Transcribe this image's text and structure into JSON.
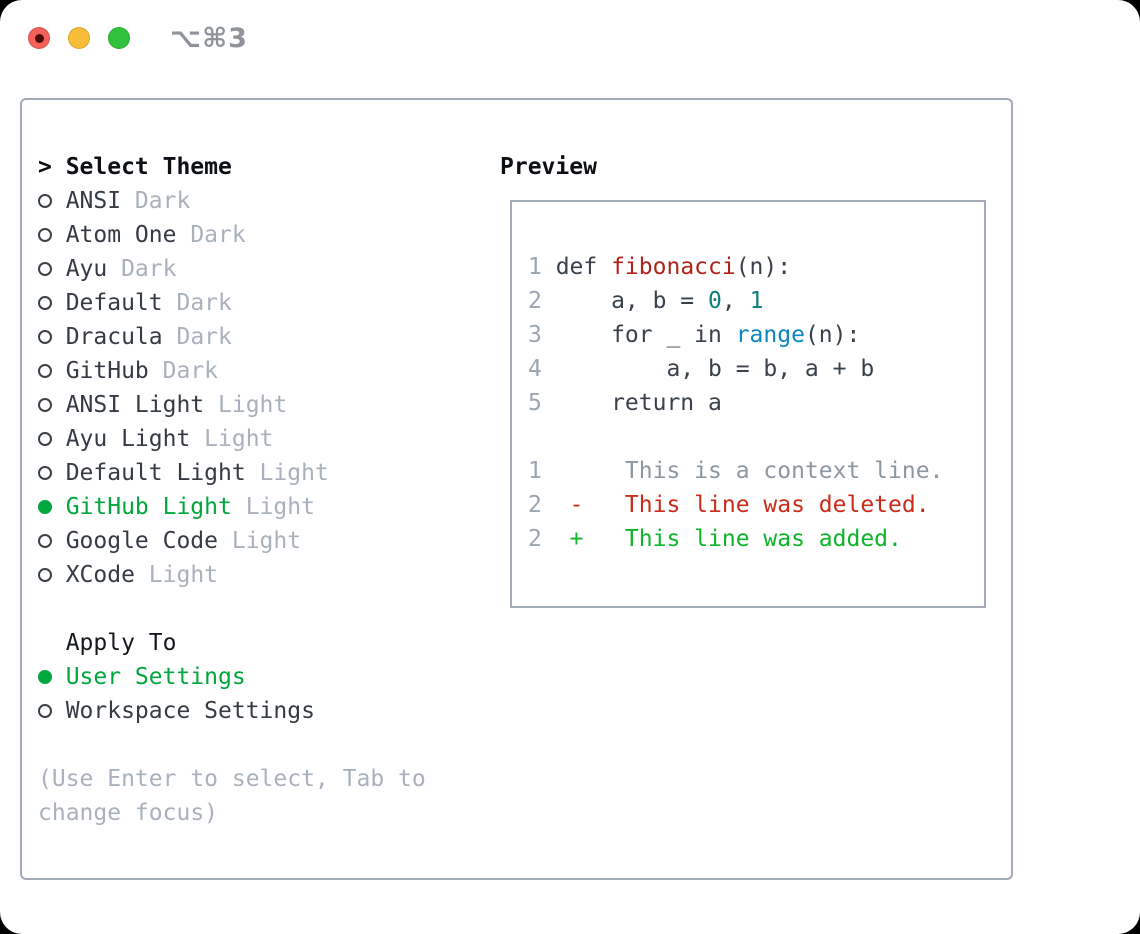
{
  "titlebar": {
    "title": "⌥⌘3"
  },
  "panel": {
    "theme_list": {
      "prompt": ">",
      "header": "Select Theme",
      "items": [
        {
          "name": "ANSI",
          "variant": "Dark",
          "selected": false
        },
        {
          "name": "Atom One",
          "variant": "Dark",
          "selected": false
        },
        {
          "name": "Ayu",
          "variant": "Dark",
          "selected": false
        },
        {
          "name": "Default",
          "variant": "Dark",
          "selected": false
        },
        {
          "name": "Dracula",
          "variant": "Dark",
          "selected": false
        },
        {
          "name": "GitHub",
          "variant": "Dark",
          "selected": false
        },
        {
          "name": "ANSI Light",
          "variant": "Light",
          "selected": false
        },
        {
          "name": "Ayu Light",
          "variant": "Light",
          "selected": false
        },
        {
          "name": "Default Light",
          "variant": "Light",
          "selected": false
        },
        {
          "name": "GitHub Light",
          "variant": "Light",
          "selected": true
        },
        {
          "name": "Google Code",
          "variant": "Light",
          "selected": false
        },
        {
          "name": "XCode",
          "variant": "Light",
          "selected": false
        }
      ]
    },
    "apply_to": {
      "header": "Apply To",
      "options": [
        {
          "name": "User Settings",
          "selected": true
        },
        {
          "name": "Workspace Settings",
          "selected": false
        }
      ]
    },
    "hint": "(Use Enter to select, Tab to change focus)",
    "preview": {
      "header": "Preview",
      "code_lines": [
        {
          "num": "1",
          "segments": [
            [
              "def ",
              "d"
            ],
            [
              "fibonacci",
              "fn"
            ],
            [
              "(n):",
              "d"
            ]
          ]
        },
        {
          "num": "2",
          "segments": [
            [
              "    a, b = ",
              "d"
            ],
            [
              "0",
              "n"
            ],
            [
              ", ",
              "d"
            ],
            [
              "1",
              "n"
            ]
          ]
        },
        {
          "num": "3",
          "segments": [
            [
              "    for _ in ",
              "d"
            ],
            [
              "range",
              "b"
            ],
            [
              "(n):",
              "d"
            ]
          ]
        },
        {
          "num": "4",
          "segments": [
            [
              "        a, b = b, a + b",
              "d"
            ]
          ]
        },
        {
          "num": "5",
          "segments": [
            [
              "    return a",
              "d"
            ]
          ]
        }
      ],
      "diff_lines": [
        {
          "num": "1",
          "segments": [
            [
              "     This is a context line.",
              "ctx"
            ]
          ]
        },
        {
          "num": "2",
          "segments": [
            [
              " -   This line was deleted.",
              "del"
            ]
          ]
        },
        {
          "num": "2",
          "segments": [
            [
              " +   This line was added.",
              "add"
            ]
          ]
        }
      ]
    }
  },
  "colors": {
    "selection_green": "#00a73c",
    "added_green": "#0eb52a",
    "deleted_red": "#ca2b1a",
    "function_red": "#ae241b",
    "number_teal": "#0e7f78",
    "builtin_blue": "#0a86c2",
    "border_gray": "#a2abb6",
    "traffic_red": "#f4605a",
    "traffic_yellow": "#f7bc38",
    "traffic_green": "#32c13d"
  }
}
